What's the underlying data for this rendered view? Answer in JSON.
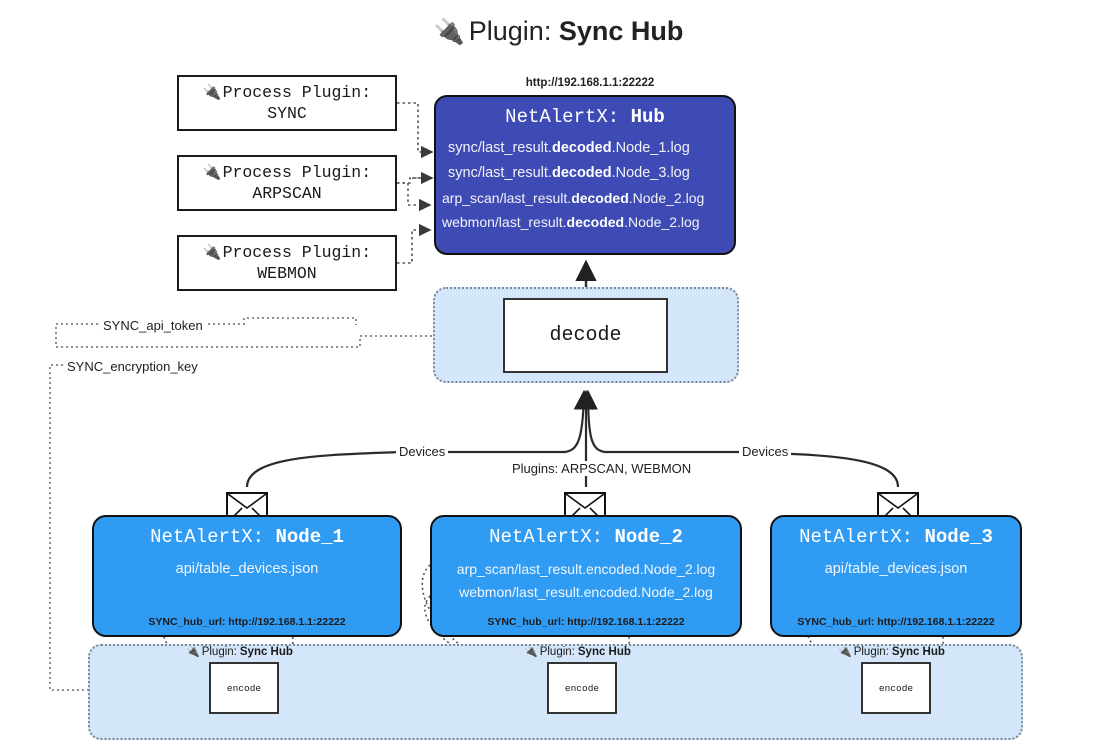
{
  "title": {
    "icon": "plug-icon",
    "prefix": "Plugin:",
    "name": "Sync Hub"
  },
  "colors": {
    "hub_fill": "#3F4BB5",
    "node_fill": "#2F9BF2",
    "region_fill": "#D4E6F9",
    "region_border": "#7A8A99",
    "box_border": "#111111",
    "text_dark": "#1A1A1A",
    "text_light": "#FFFFFF"
  },
  "process_plugins": [
    {
      "icon": "plug-icon",
      "line1": "Process Plugin:",
      "line2": "SYNC"
    },
    {
      "icon": "plug-icon",
      "line1": "Process Plugin:",
      "line2": "ARPSCAN"
    },
    {
      "icon": "plug-icon",
      "line1": "Process Plugin:",
      "line2": "WEBMON"
    }
  ],
  "hub": {
    "url": "http://192.168.1.1:22222",
    "title_prefix": "NetAlertX:",
    "title_name": "Hub",
    "rows": [
      {
        "pre": "sync/last_result.",
        "strong": "decoded",
        "post": ".Node_1.log"
      },
      {
        "pre": "sync/last_result.",
        "strong": "decoded",
        "post": ".Node_3.log"
      },
      {
        "pre": "arp_scan/last_result.",
        "strong": "decoded",
        "post": ".Node_2.log"
      },
      {
        "pre": "webmon/last_result.",
        "strong": "decoded",
        "post": ".Node_2.log"
      }
    ]
  },
  "decode": {
    "label": "decode"
  },
  "secrets": {
    "api_token": "SYNC_api_token",
    "encryption_key": "SYNC_encryption_key"
  },
  "edge_labels": {
    "devices_left": "Devices",
    "devices_right": "Devices",
    "plugins_mid": "Plugins: ARPSCAN, WEBMON"
  },
  "nodes": [
    {
      "title_prefix": "NetAlertX:",
      "title_name": "Node_1",
      "lines": [
        "api/table_devices.json"
      ],
      "foot": "SYNC_hub_url: http://192.168.1.1:22222",
      "icon": "envelope-icon"
    },
    {
      "title_prefix": "NetAlertX:",
      "title_name": "Node_2",
      "lines": [
        "arp_scan/last_result.encoded.Node_2.log",
        "webmon/last_result.encoded.Node_2.log"
      ],
      "foot": "SYNC_hub_url: http://192.168.1.1:22222",
      "icon": "envelope-icon"
    },
    {
      "title_prefix": "NetAlertX:",
      "title_name": "Node_3",
      "lines": [
        "api/table_devices.json"
      ],
      "foot": "SYNC_hub_url: http://192.168.1.1:22222",
      "icon": "envelope-icon"
    }
  ],
  "encoders": [
    {
      "plugin_prefix": "Plugin:",
      "plugin_name": "Sync Hub",
      "label": "encode",
      "icon": "plug-icon"
    },
    {
      "plugin_prefix": "Plugin:",
      "plugin_name": "Sync Hub",
      "label": "encode",
      "icon": "plug-icon"
    },
    {
      "plugin_prefix": "Plugin:",
      "plugin_name": "Sync Hub",
      "label": "encode",
      "icon": "plug-icon"
    }
  ]
}
